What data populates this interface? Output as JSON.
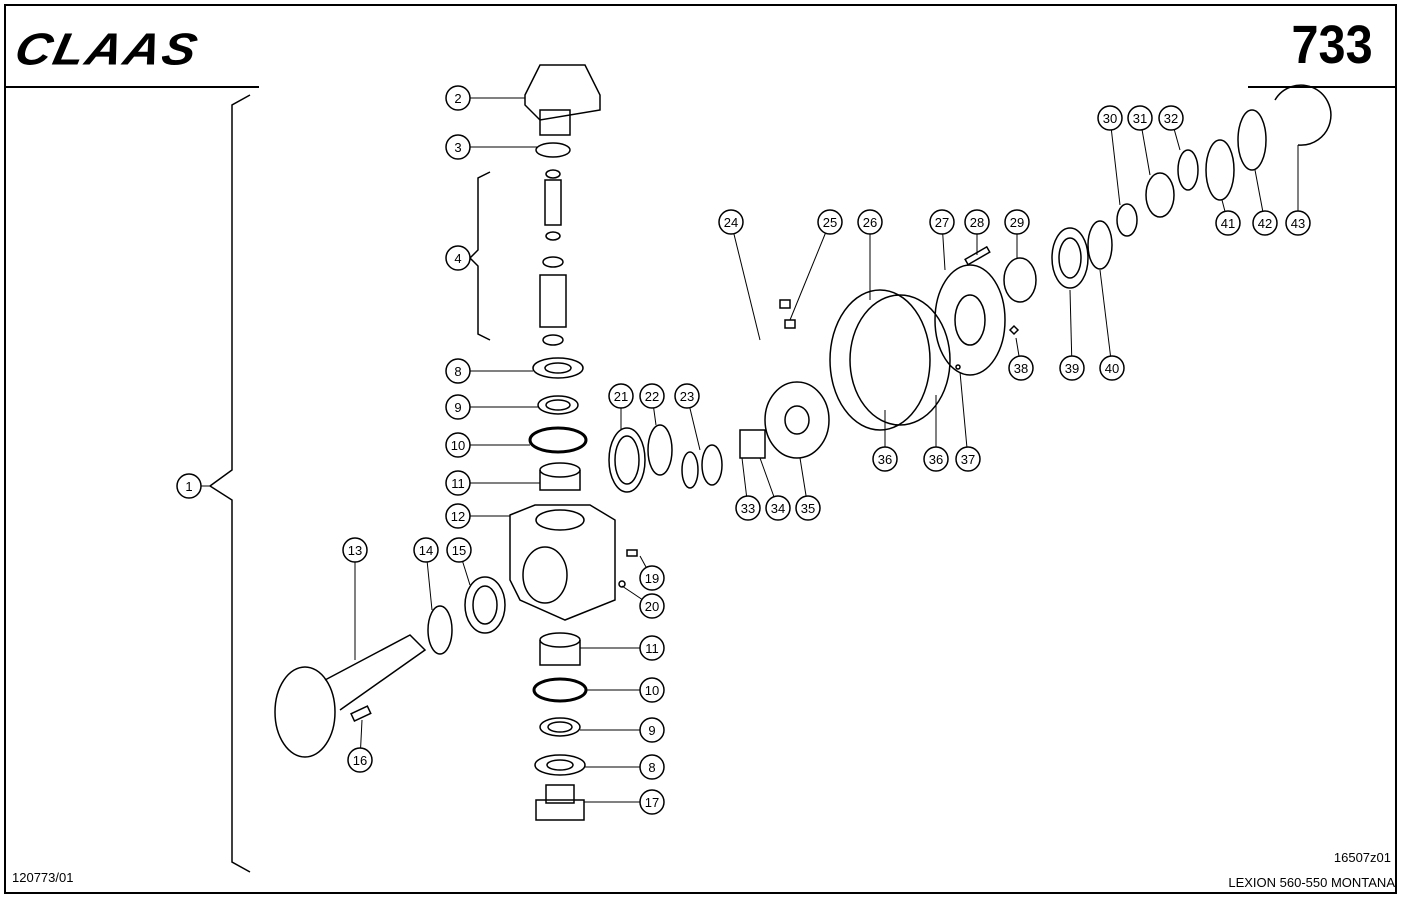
{
  "header": {
    "brand": "CLAAS",
    "page_number": "733"
  },
  "footer": {
    "left_ref": "120773/01",
    "drawing_ref": "16507z01",
    "model": "LEXION 560-550 MONTANA"
  },
  "callouts": [
    "1",
    "2",
    "3",
    "4",
    "8",
    "9",
    "10",
    "11",
    "12",
    "13",
    "14",
    "15",
    "16",
    "11",
    "10",
    "9",
    "8",
    "17",
    "19",
    "20",
    "21",
    "22",
    "23",
    "24",
    "25",
    "26",
    "27",
    "28",
    "29",
    "30",
    "31",
    "32",
    "33",
    "34",
    "35",
    "36",
    "36",
    "37",
    "38",
    "39",
    "40",
    "41",
    "42",
    "43"
  ]
}
